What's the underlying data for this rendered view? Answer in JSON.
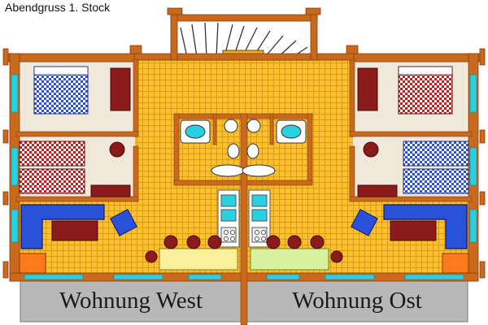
{
  "title": "Abendgruss 1. Stock",
  "apartments": {
    "west": "Wohnung West",
    "ost": "Wohnung Ost"
  },
  "colors": {
    "wood": "#c86a1e",
    "wood_dark": "#8a3f0c",
    "floor_tile": "#fbc02d",
    "bedroom_floor": "#f1e8dc",
    "window_glass": "#29d0e0",
    "red_furniture": "#8b1a1a",
    "blue_furniture": "#2a52d8",
    "counter_green": "#d8f0a0",
    "stove_orange": "#ff7a1a",
    "label_band": "#b8b8b8"
  }
}
